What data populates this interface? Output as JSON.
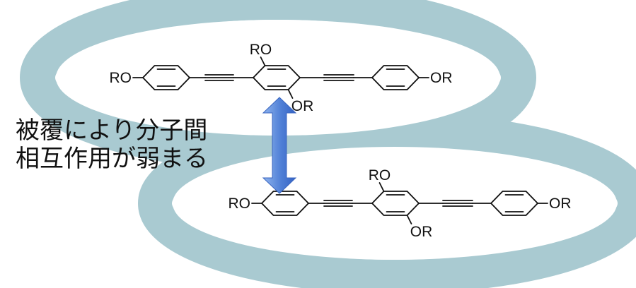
{
  "caption": {
    "line1": "被覆により分子間",
    "line2": "相互作用が弱まる"
  },
  "molecules": [
    {
      "left_end": "RO",
      "right_end": "OR",
      "center_top": "RO",
      "center_bottom": "OR"
    },
    {
      "left_end": "RO",
      "right_end": "OR",
      "center_top": "RO",
      "center_bottom": "OR"
    }
  ],
  "colors": {
    "ring": "#a9cad1",
    "ring_edge": "#9bbdc5",
    "arrow_light": "#8fb4ee",
    "arrow_dark": "#3563c4",
    "ink": "#111111"
  },
  "icons": {
    "arrow": "double-headed-vertical-arrow",
    "rings": "macrocyclic-ring"
  }
}
